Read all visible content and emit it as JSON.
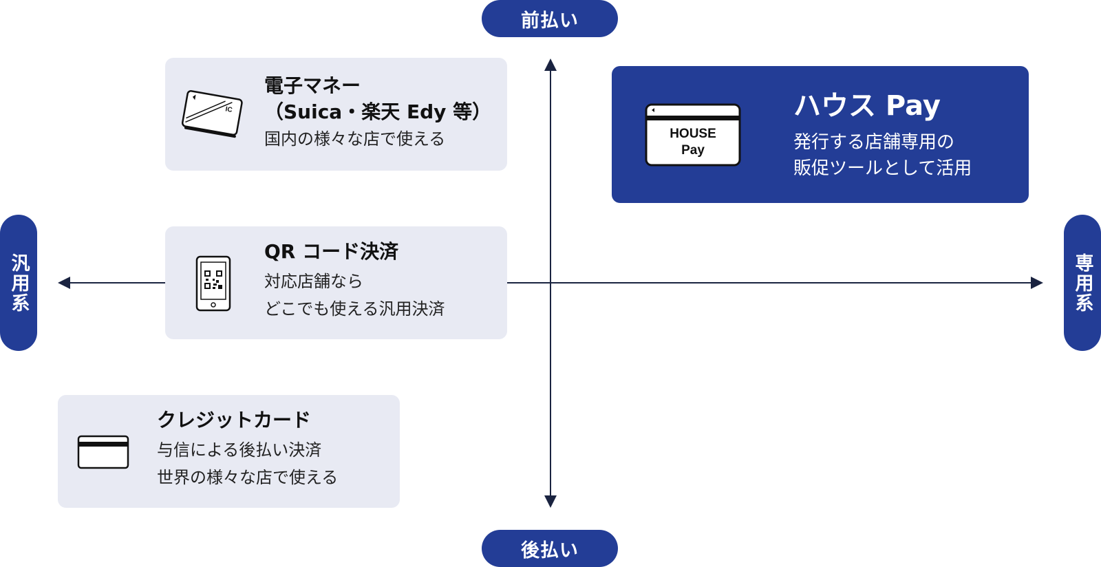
{
  "axes": {
    "top": "前払い",
    "bottom": "後払い",
    "left": "汎用系",
    "right": "専用系"
  },
  "cards": {
    "emoney": {
      "title_line1": "電子マネー",
      "title_line2": "（Suica・楽天 Edy 等）",
      "desc_line1": "国内の様々な店で使える",
      "icon_label": "IC"
    },
    "qr": {
      "title_line1": "QR コード決済",
      "desc_line1": "対応店舗なら",
      "desc_line2": "どこでも使える汎用決済"
    },
    "credit": {
      "title_line1": "クレジットカード",
      "desc_line1": "与信による後払い決済",
      "desc_line2": "世界の様々な店で使える"
    },
    "house": {
      "title_line1": "ハウス Pay",
      "desc_line1": "発行する店舗専用の",
      "desc_line2": "販促ツールとして活用",
      "icon_line1": "HOUSE",
      "icon_line2": "Pay"
    }
  },
  "colors": {
    "accent": "#233d96",
    "card_bg": "#e8eaf3",
    "axis_line": "#1a2340"
  }
}
